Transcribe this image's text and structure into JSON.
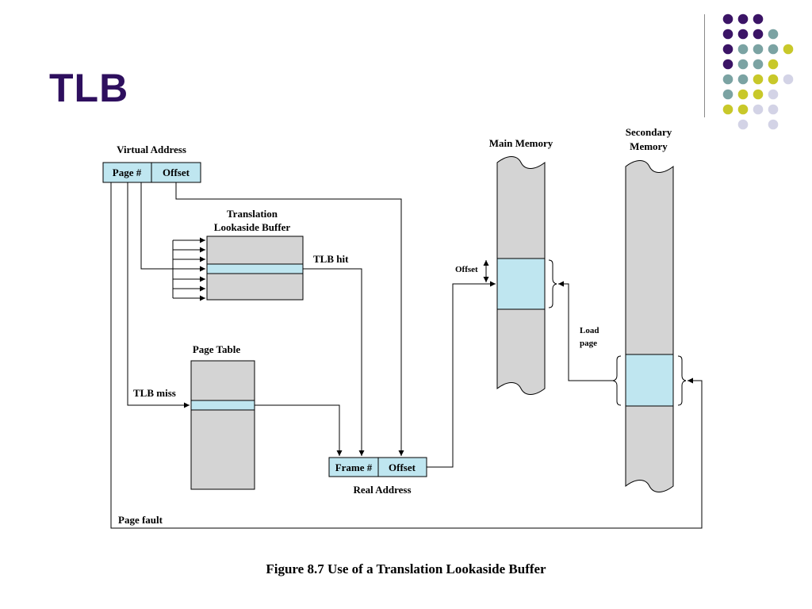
{
  "slide": {
    "title": "TLB",
    "title_color": "#2E0F5E"
  },
  "decor": {
    "colors": {
      "purple": "#3B1466",
      "teal": "#7BA3A3",
      "olive": "#C8C82A",
      "lavender": "#D3D3E6"
    },
    "dot_grid": [
      [
        "purple",
        "purple",
        "purple",
        "",
        ""
      ],
      [
        "purple",
        "purple",
        "purple",
        "teal",
        ""
      ],
      [
        "purple",
        "teal",
        "teal",
        "teal",
        "olive"
      ],
      [
        "purple",
        "teal",
        "teal",
        "olive",
        ""
      ],
      [
        "teal",
        "teal",
        "olive",
        "olive",
        "lavender"
      ],
      [
        "teal",
        "olive",
        "olive",
        "lavender",
        ""
      ],
      [
        "olive",
        "olive",
        "lavender",
        "lavender",
        ""
      ],
      [
        "",
        "lavender",
        "",
        "lavender",
        ""
      ]
    ]
  },
  "diagram": {
    "colors": {
      "memory_fill": "#D4D4D4",
      "highlight_fill": "#BFE6F0",
      "stroke": "#000000"
    },
    "labels": {
      "virtual_address": "Virtual Address",
      "page_number": "Page #",
      "offset": "Offset",
      "tlb_title_line1": "Translation",
      "tlb_title_line2": "Lookaside Buffer",
      "tlb_hit": "TLB hit",
      "page_table": "Page Table",
      "tlb_miss": "TLB miss",
      "frame_number": "Frame #",
      "real_offset": "Offset",
      "real_address": "Real Address",
      "main_memory": "Main Memory",
      "memory_offset": "Offset",
      "secondary_memory_line1": "Secondary",
      "secondary_memory_line2": "Memory",
      "load_page_line1": "Load",
      "load_page_line2": "page",
      "page_fault": "Page fault"
    }
  },
  "caption": "Figure 8.7  Use of a Translation Lookaside Buffer"
}
